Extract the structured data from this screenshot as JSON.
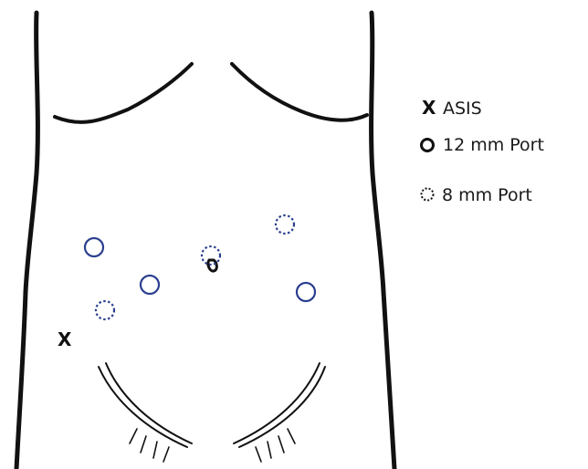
{
  "legend": {
    "asis_symbol": "X",
    "asis_label": "ASIS",
    "port12_label": "12 mm Port",
    "port8_label": "8 mm Port"
  },
  "marker": {
    "asis_symbol": "X"
  },
  "colors": {
    "port_12mm": "#2b3f8f",
    "port_8mm": "#2b3f8f",
    "outline": "#111111",
    "legend_symbol": "#111111"
  }
}
